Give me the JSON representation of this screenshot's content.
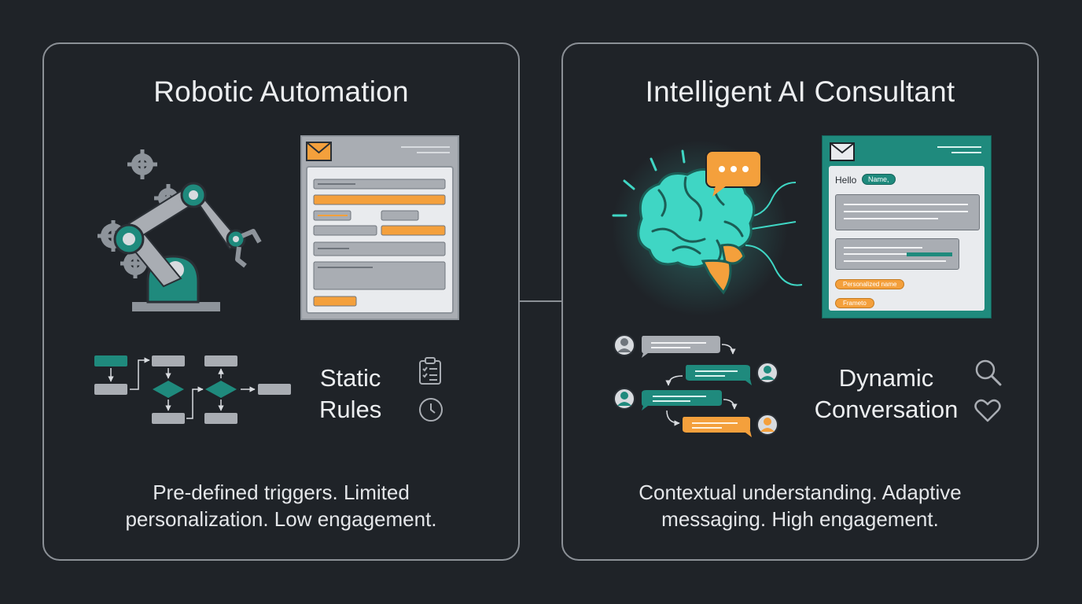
{
  "left": {
    "title": "Robotic Automation",
    "label_line1": "Static",
    "label_line2": "Rules",
    "caption_line1": "Pre-defined triggers. Limited",
    "caption_line2": "personalization. Low engagement.",
    "icons": [
      "robot-arm-icon",
      "gear-icon",
      "email-form-icon",
      "flowchart-icon",
      "clipboard-checklist-icon",
      "clock-icon"
    ]
  },
  "right": {
    "title": "Intelligent AI Consultant",
    "label_line1": "Dynamic",
    "label_line2": "Conversation",
    "caption_line1": "Contextual understanding. Adaptive",
    "caption_line2": "messaging. High engagement.",
    "email": {
      "greeting": "Hello",
      "name_tag": "Name,",
      "tag_personalized": "Personalized name",
      "tag_small": "Frameto"
    },
    "icons": [
      "brain-icon",
      "chat-bubble-icon",
      "email-icon",
      "conversation-icon",
      "search-icon",
      "heart-icon"
    ]
  },
  "colors": {
    "background": "#1f2328",
    "border": "#8b9096",
    "teal": "#1f8a7d",
    "teal_glow": "#3fd6c4",
    "orange": "#f4a03c",
    "gray_block": "#a9adb3"
  }
}
